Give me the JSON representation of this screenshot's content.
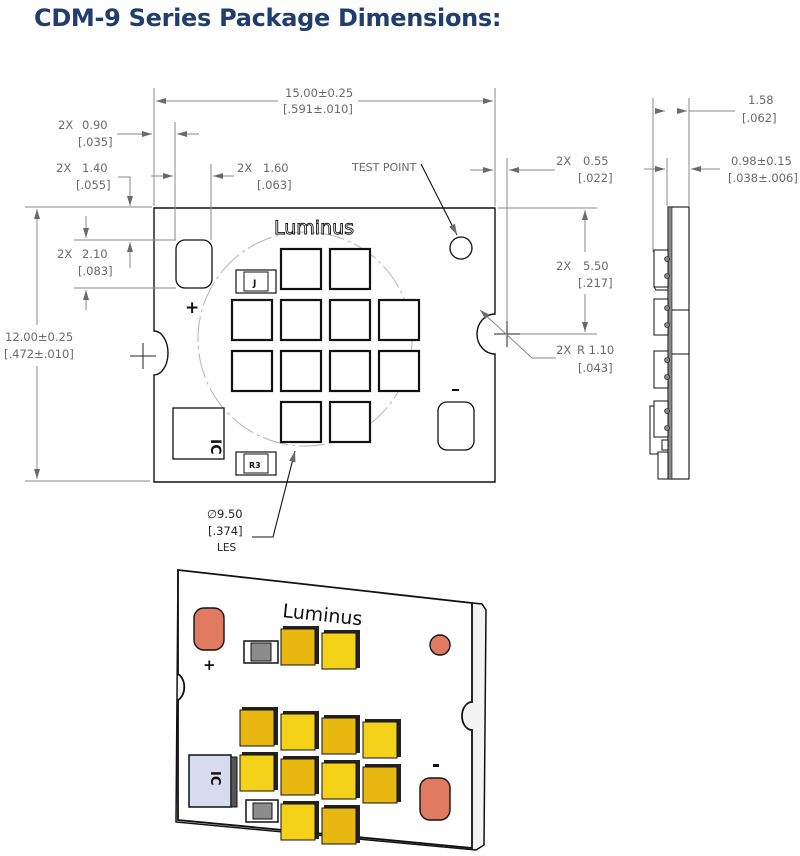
{
  "title": "CDM-9 Series Package Dimensions:",
  "top_view": {
    "brand_label": "Luminus",
    "plus_label": "+",
    "minus_label": "-",
    "ic_label": "IC",
    "j_label": "J",
    "r3_label": "R3",
    "test_point_label": "TEST POINT",
    "dimensions": {
      "width": {
        "mm": "15.00±0.25",
        "in": "[.591±.010]"
      },
      "height": {
        "mm": "12.00±0.25",
        "in": "[.472±.010]"
      },
      "pad_offset_x": {
        "qty": "2X",
        "mm": "0.90",
        "in": "[.035]"
      },
      "pad_offset_y": {
        "qty": "2X",
        "mm": "1.40",
        "in": "[.055]"
      },
      "pad_width": {
        "qty": "2X",
        "mm": "1.60",
        "in": "[.063]"
      },
      "pad_height": {
        "qty": "2X",
        "mm": "2.10",
        "in": "[.083]"
      },
      "notch_offset": {
        "qty": "2X",
        "mm": "0.55",
        "in": "[.022]"
      },
      "notch_position": {
        "qty": "2X",
        "mm": "5.50",
        "in": "[.217]"
      },
      "notch_radius": {
        "qty": "2X",
        "mm": "R 1.10",
        "in": "[.043]"
      },
      "les_diameter": {
        "mm": "∅9.50",
        "in": "[.374]",
        "label": "LES"
      }
    }
  },
  "side_view": {
    "total_thickness": {
      "mm": "1.58",
      "in": "[.062]"
    },
    "board_thickness": {
      "mm": "0.98±0.15",
      "in": "[.038±.006]"
    }
  },
  "render_view": {
    "brand_label": "Luminus",
    "plus_label": "+",
    "minus_label": "-",
    "ic_label": "IC",
    "colors": {
      "led_yellow": "#f5d21a",
      "led_yellow_dark": "#e8b810",
      "pad_copper": "#e07a60",
      "ic_blue": "#d5dcef",
      "resistor_gray": "#8c8c8c"
    },
    "led_count": 12
  }
}
